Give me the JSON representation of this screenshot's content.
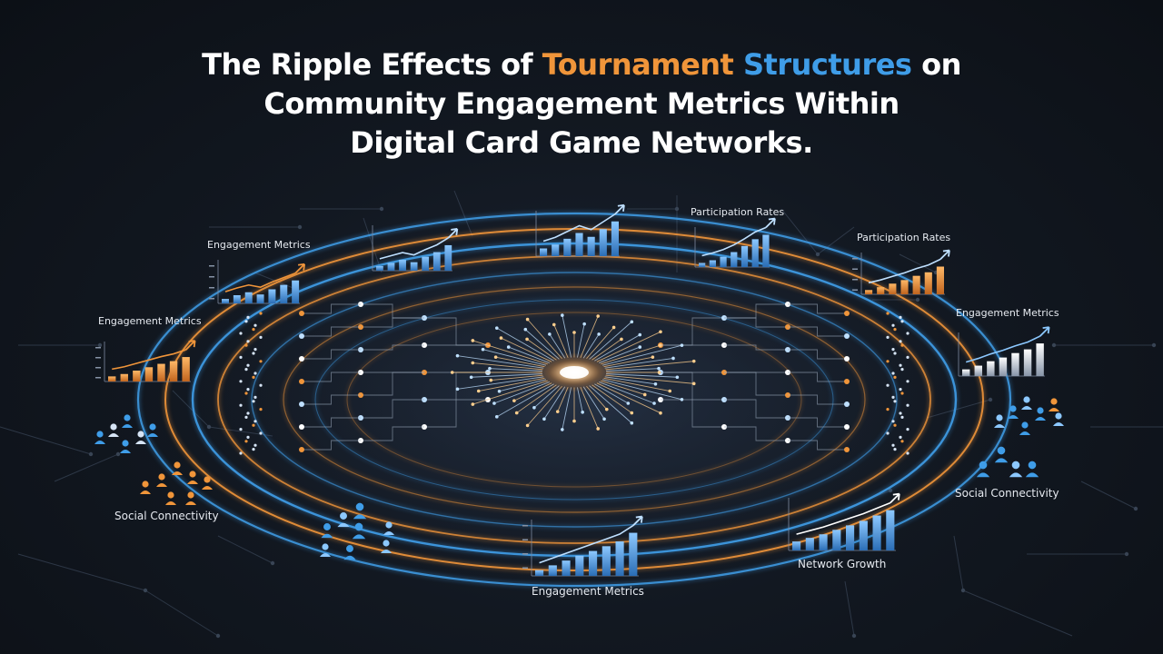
{
  "title": {
    "line1_pre": "The Ripple Effects of ",
    "line1_orange": "Tournament",
    "line1_space": " ",
    "line1_blue": "Structures",
    "line1_post": " on",
    "line2": "Community Engagement Metrics Within",
    "line3": "Digital Card Game Networks."
  },
  "labels": {
    "engagement_upper_left": "Engagement Metrics",
    "engagement_left": "Engagement Metrics",
    "participation_center": "Participation Rates",
    "participation_right": "Participation Rates",
    "engagement_right": "Engagement Metrics",
    "social_left": "Social Connectivity",
    "social_right": "Social Connectivity",
    "network_growth": "Network Growth",
    "engagement_bottom": "Engagement Metrics"
  },
  "colors": {
    "orange": "#f0953a",
    "blue": "#3f9de8",
    "white": "#ffffff",
    "background": "#121821"
  },
  "icons": [
    "bar-chart-icon",
    "trend-arrow-icon",
    "person-icon",
    "network-node-icon",
    "central-glow-icon"
  ]
}
